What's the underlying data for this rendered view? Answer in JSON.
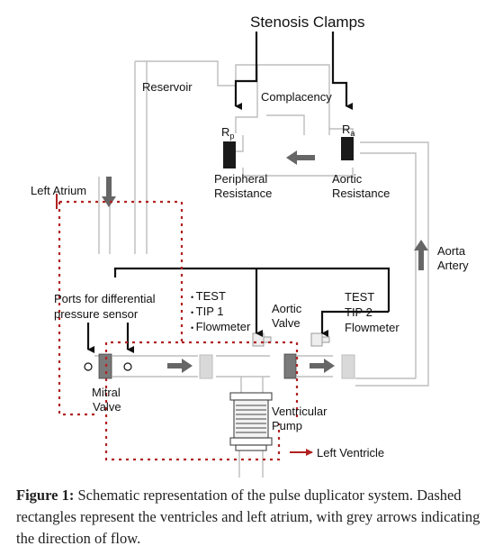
{
  "diagram": {
    "labels": {
      "stenosis_clamps": "Stenosis Clamps",
      "reservoir": "Reservoir",
      "complacency": "Complacency",
      "rp_main": "R",
      "rp_sub": "p",
      "ra_main": "R",
      "ra_sub": "a",
      "peripheral_1": "Peripheral",
      "peripheral_2": "Resistance",
      "aortic_res_1": "Aortic",
      "aortic_res_2": "Resistance",
      "left_atrium": "Left Atrium",
      "aorta_1": "Aorta",
      "aorta_2": "Artery",
      "ports_1": "Ports for differential",
      "ports_2": "pressure sensor",
      "tip1_1": "TEST",
      "tip1_2": "TIP 1",
      "tip1_3": "Flowmeter",
      "aortic_valve_1": "Aortic",
      "aortic_valve_2": "Valve",
      "tip2_1": "TEST",
      "tip2_2": "TIP 2",
      "tip2_3": "Flowmeter",
      "mitral_1": "Mitral",
      "mitral_2": "Valve",
      "pump_1": "Ventricular",
      "pump_2": "Pump",
      "left_ventricle": "Left Ventricle"
    },
    "colors": {
      "line": "#111111",
      "pipe": "#bdbdbd",
      "arrow_grey": "#666666",
      "dashed": "#b22222",
      "resistor": "#1a1a1a"
    }
  },
  "caption": {
    "label": "Figure 1:",
    "text": " Schematic representation of the pulse duplicator system. Dashed rectangles represent the ventricles and left atrium, with grey arrows indicating the direction of flow."
  }
}
